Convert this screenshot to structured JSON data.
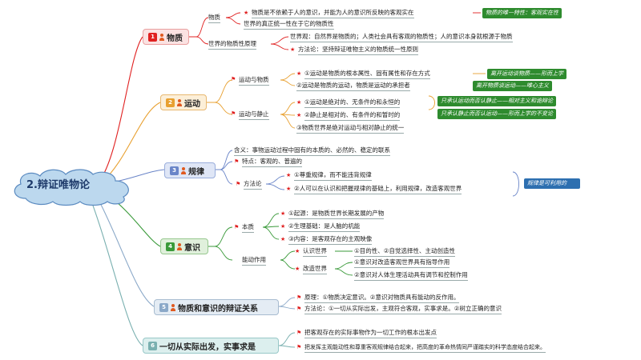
{
  "colors": {
    "red": "#e02020",
    "green": "#3a9a3a",
    "orange": "#e8a030",
    "blue": "#6a85c8",
    "teal": "#5aa0b0",
    "cloud": "#bcd8ee",
    "note_green": "#2e8b2e",
    "note_blue": "#2d6fb0"
  },
  "central": {
    "title": "2.辩证唯物论"
  },
  "b1": {
    "num": "1",
    "label": "物质",
    "wuzhi": "物质",
    "wuzhi_items": [
      "物质是不依赖于人的意识，并能为人的意识所反映的客观实在",
      "世界的真正统一性在于它的物质性"
    ],
    "note1": "物质的唯一特性：客观实在性",
    "shijie": "世界的物质性原理",
    "shijie_items": [
      "世界观：自然界是物质的；人类社会具有客观的物质性；人的意识本身就根源于物质",
      "方法论：坚持辩证唯物主义的物质统一性原则"
    ]
  },
  "b2": {
    "num": "2",
    "label": "运动",
    "sub1": "运动与物质",
    "sub1_items": [
      "①运动是物质的根本属性、固有属性和存在方式",
      "②运动是物质的运动，物质是运动的承担者"
    ],
    "notes1": [
      "离开运动谈物质——形而上学",
      "离开物质谈运动——唯心主义"
    ],
    "sub2": "运动与静止",
    "sub2_items": [
      "①运动是绝对的、无条件的和永恒的",
      "②静止是相对的、有条件的和暂时的",
      "③物质世界是绝对运动与相对静止的统一"
    ],
    "notes2": [
      "只承认运动而否认静止——相对主义和诡辩论",
      "只承认静止而否认运动——形而上学的不变论"
    ]
  },
  "b3": {
    "num": "3",
    "label": "规律",
    "items": [
      "含义：事物运动过程中固有的本质的、必然的、稳定的联系",
      "特点：客观的、普遍的"
    ],
    "method": "方法论",
    "method_items": [
      "①尊重规律，而不能违背规律",
      "②人可以在认识和把握规律的基础上，利用规律，改造客观世界"
    ],
    "note": "规律是可利用的"
  },
  "b4": {
    "num": "4",
    "label": "意识",
    "benzhi": "本质",
    "benzhi_items": [
      "①起源：是物质世界长期发展的产物",
      "②生理基础：是人脑的机能",
      "③内容：是客观存在的主观映像"
    ],
    "nengdong": "能动作用",
    "renshi": "认识世界",
    "renshi_item": "①目的性、②自觉选择性、主动创造性",
    "gaizao": "改造世界",
    "gaizao_items": [
      "①意识对改造客观世界具有指导作用",
      "②意识对人体生理活动具有调节和控制作用"
    ]
  },
  "b5": {
    "num": "5",
    "label": "物质和意识的辩证关系",
    "items": [
      "原理：①物质决定意识。②意识对物质具有能动的反作用。",
      "方法论：①一切从实际出发，主观符合客观，实事求是。②树立正确的意识"
    ]
  },
  "b6": {
    "num": "6",
    "label": "一切从实际出发，实事求是",
    "items": [
      "把客观存在的实际事物作为一切工作的根本出发点",
      "把发挥主观能动性和尊重客观规律结合起来，把高度的革命热情同严谨踏实的科学态度结合起来。"
    ]
  }
}
